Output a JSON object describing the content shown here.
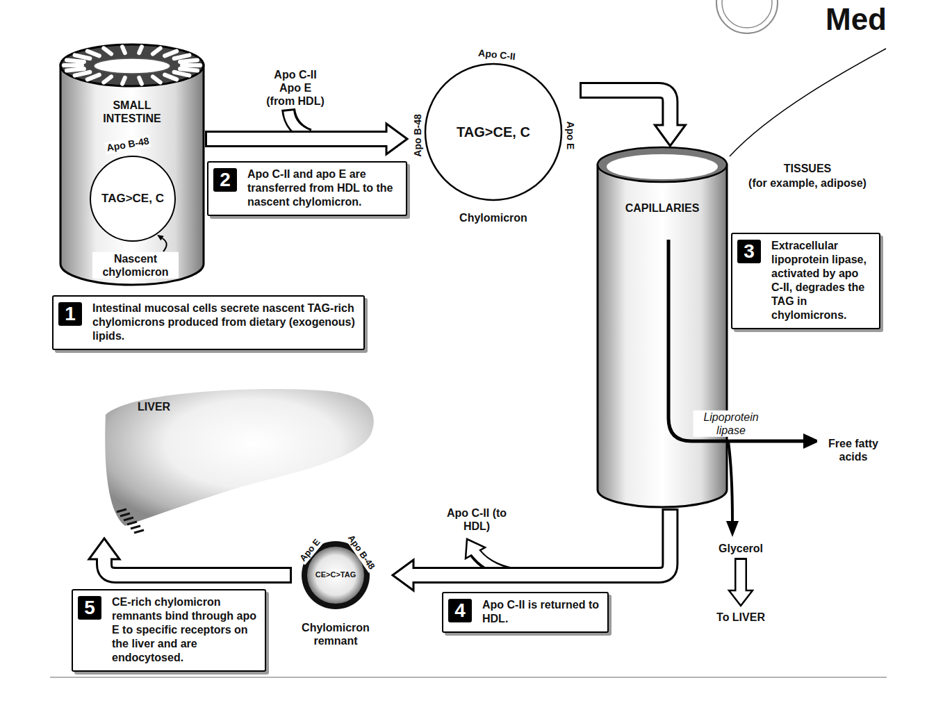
{
  "diagram": {
    "nodes": [
      {
        "text": [
          "SMALL INTESTINE"
        ]
      },
      {
        "text": [
          "TAG>CE, C"
        ],
        "in": 0
      },
      {
        "text": [
          "1",
          "Intestinal mucosal cells secrete nascent TAG-rich chylomicrons produced from dietary (exogenous) lipids."
        ]
      },
      {
        "text": [
          "2",
          "Apo C-II and apo E are transferred from HDL to the nascent chylomicron."
        ]
      },
      {
        "text": [
          "TAG>CE, C",
          "Chylomicron"
        ]
      },
      {
        "text": [
          "CAPILLARIES"
        ]
      },
      {
        "text": [
          "TISSUES",
          "(for example, adipose)"
        ]
      },
      {
        "text": [
          "3",
          "Extracellular lipoprotein lipase, activated by apo C-II, degrades the TAG in chylomicrons."
        ],
        "in": 6
      },
      {
        "text": [
          "LIVER"
        ]
      },
      {
        "text": [
          "CE>C>TAG",
          "Chylomicron remnant"
        ]
      },
      {
        "text": [
          "4",
          "Apo C-II is returned to HDL."
        ]
      },
      {
        "text": [
          "5",
          "CE-rich chylomicron remnants bind through apo E to specific receptors on the liver and are endocytosed."
        ]
      }
    ],
    "edges": [
      {
        "from": 0,
        "to": 4,
        "arrow": "to"
      },
      {
        "from": 4,
        "to": 5,
        "arrow": "to"
      },
      {
        "from": 5,
        "to": 9,
        "arrow": "to"
      },
      {
        "from": 9,
        "to": 8,
        "arrow": "to"
      }
    ],
    "labels": [
      "Med",
      "Apo C-II",
      "Apo E",
      "(from HDL)",
      "Apo B-48",
      "Nascent chylomicron",
      "Apo C-II",
      "Apo B-48",
      "Apo E",
      "Lipoprotein lipase",
      "Free fatty acids",
      "Glycerol",
      "To LIVER",
      "Apo C-II (to HDL)",
      "Apo E",
      "Apo B-48"
    ]
  }
}
